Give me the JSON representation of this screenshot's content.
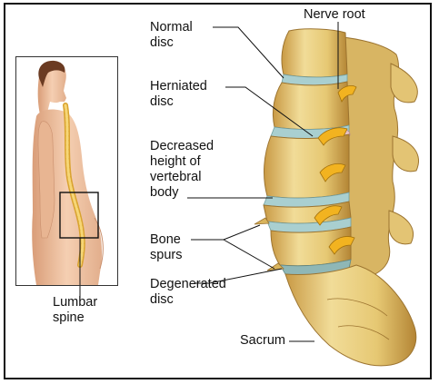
{
  "labels": {
    "nerve_root": "Nerve root",
    "normal_disc": "Normal\ndisc",
    "herniated_disc": "Herniated\ndisc",
    "decreased_height": "Decreased\nheight of\nvertebral\nbody",
    "bone_spurs": "Bone\nspurs",
    "degenerated_disc": "Degenerated\ndisc",
    "sacrum": "Sacrum",
    "lumbar_spine": "Lumbar\nspine"
  },
  "colors": {
    "bone": "#e9cf82",
    "bone_shadow": "#b48a3a",
    "disc": "#a9cfd0",
    "nerve": "#f2b320",
    "skin": "#f2c4a4",
    "hair": "#6b3b22",
    "herniation": "#e7c2c6"
  }
}
